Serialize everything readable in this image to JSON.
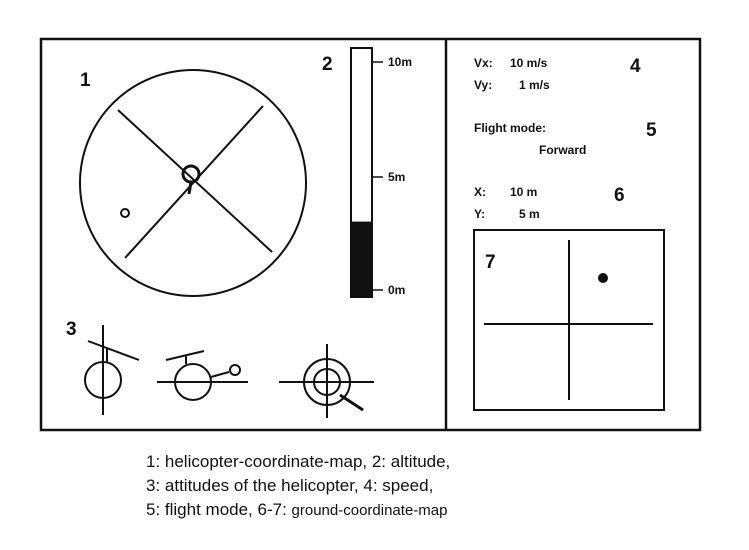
{
  "panels": {
    "helicopter_map": {
      "number": "1"
    },
    "altitude": {
      "number": "2",
      "ticks": [
        "10m",
        "5m",
        "0m"
      ],
      "max_m": 10,
      "value_m": 3
    },
    "attitudes": {
      "number": "3"
    },
    "speed": {
      "number": "4",
      "vx_label": "Vx:",
      "vx_value": "10  m/s",
      "vy_label": "Vy:",
      "vy_value": "1  m/s"
    },
    "flight_mode": {
      "number": "5",
      "label": "Flight mode:",
      "value": "Forward"
    },
    "ground_position": {
      "number": "6",
      "x_label": "X:",
      "x_value": "10  m",
      "y_label": "Y:",
      "y_value": "5  m"
    },
    "ground_map": {
      "number": "7"
    }
  },
  "caption": {
    "line1": "1: helicopter-coordinate-map, 2: altitude,",
    "line2": "3: attitudes of the helicopter, 4: speed,",
    "line3a": "5: flight mode, 6-7: ",
    "line3b": "ground-coordinate-map"
  },
  "colors": {
    "ink": "#111111",
    "background": "#ffffff"
  }
}
